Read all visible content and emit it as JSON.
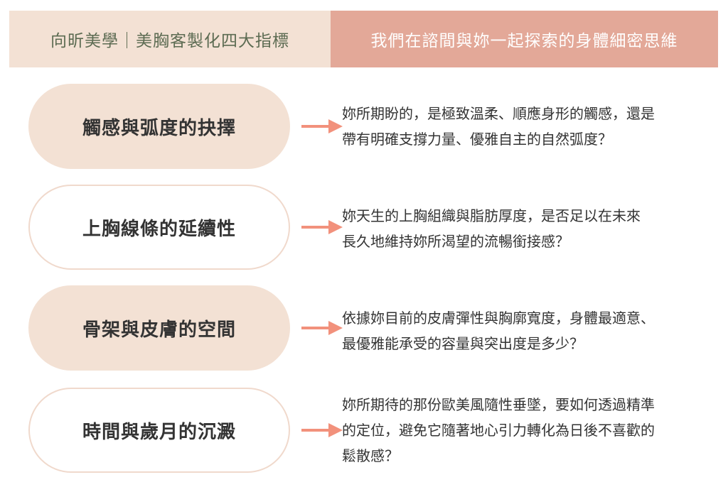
{
  "header": {
    "left": "向昕美學｜美胸客製化四大指標",
    "right": "我們在諮間與妳一起探索的身體細密思維"
  },
  "rows": [
    {
      "title": "觸感與弧度的抉擇",
      "lines": [
        "妳所期盼的，是極致溫柔、順應身形的觸感，還是",
        "帶有明確支撐力量、優雅自主的自然弧度？"
      ]
    },
    {
      "title": "上胸線條的延續性",
      "lines": [
        "妳天生的上胸組織與脂肪厚度，是否足以在未來",
        "長久地維持妳所渴望的流暢銜接感？"
      ]
    },
    {
      "title": "骨架與皮膚的空間",
      "lines": [
        "依據妳目前的皮膚彈性與胸廓寬度，身體最適意、",
        "最優雅能承受的容量與突出度是多少？"
      ]
    },
    {
      "title": "時間與歲月的沉澱",
      "lines": [
        "妳所期待的那份歐美風隨性垂墜，要如何透過精準",
        "的定位，避免它隨著地心引力轉化為日後不喜歡的",
        "鬆散感？"
      ]
    }
  ],
  "colors": {
    "header_left_bg": "#f3e1d4",
    "header_left_text": "#5c6b52",
    "header_right_bg": "#e3a898",
    "pill_fill": "#f3e1d4",
    "pill_border": "#f0d9cc",
    "arrow": "#f2917c"
  }
}
